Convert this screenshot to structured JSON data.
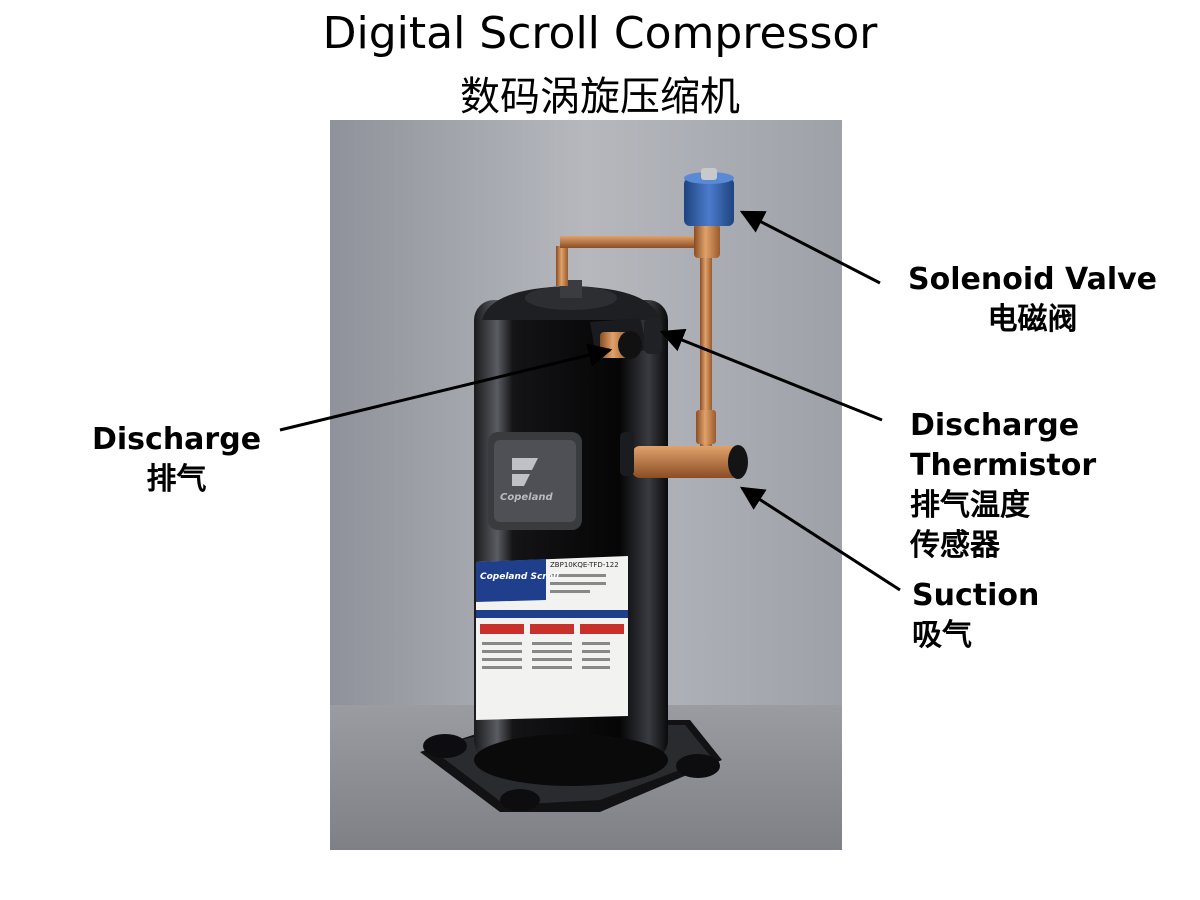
{
  "title": {
    "english": "Digital Scroll Compressor",
    "chinese": "数码涡旋压缩机"
  },
  "labels": {
    "solenoid_valve": {
      "en": "Solenoid Valve",
      "zh": "电磁阀"
    },
    "discharge": {
      "en": "Discharge",
      "zh": "排气"
    },
    "discharge_thermistor": {
      "en1": "Discharge",
      "en2": "Thermistor",
      "zh1": "排气温度",
      "zh2": "传感器"
    },
    "suction": {
      "en": "Suction",
      "zh": "吸气"
    }
  },
  "photo": {
    "brand_logo_text": "Copeland",
    "nameplate_brand": "Copeland Scroll",
    "model_text": "ZBP10KQE-TFD-122"
  },
  "colors": {
    "wall": "#a9abb2",
    "floor": "#8d8f94",
    "shell": "#0b0b0c",
    "copper": "#c47a42",
    "valve_blue": "#2e5fae",
    "nameplate_blue": "#1f3f8c",
    "arrow": "#000000"
  }
}
